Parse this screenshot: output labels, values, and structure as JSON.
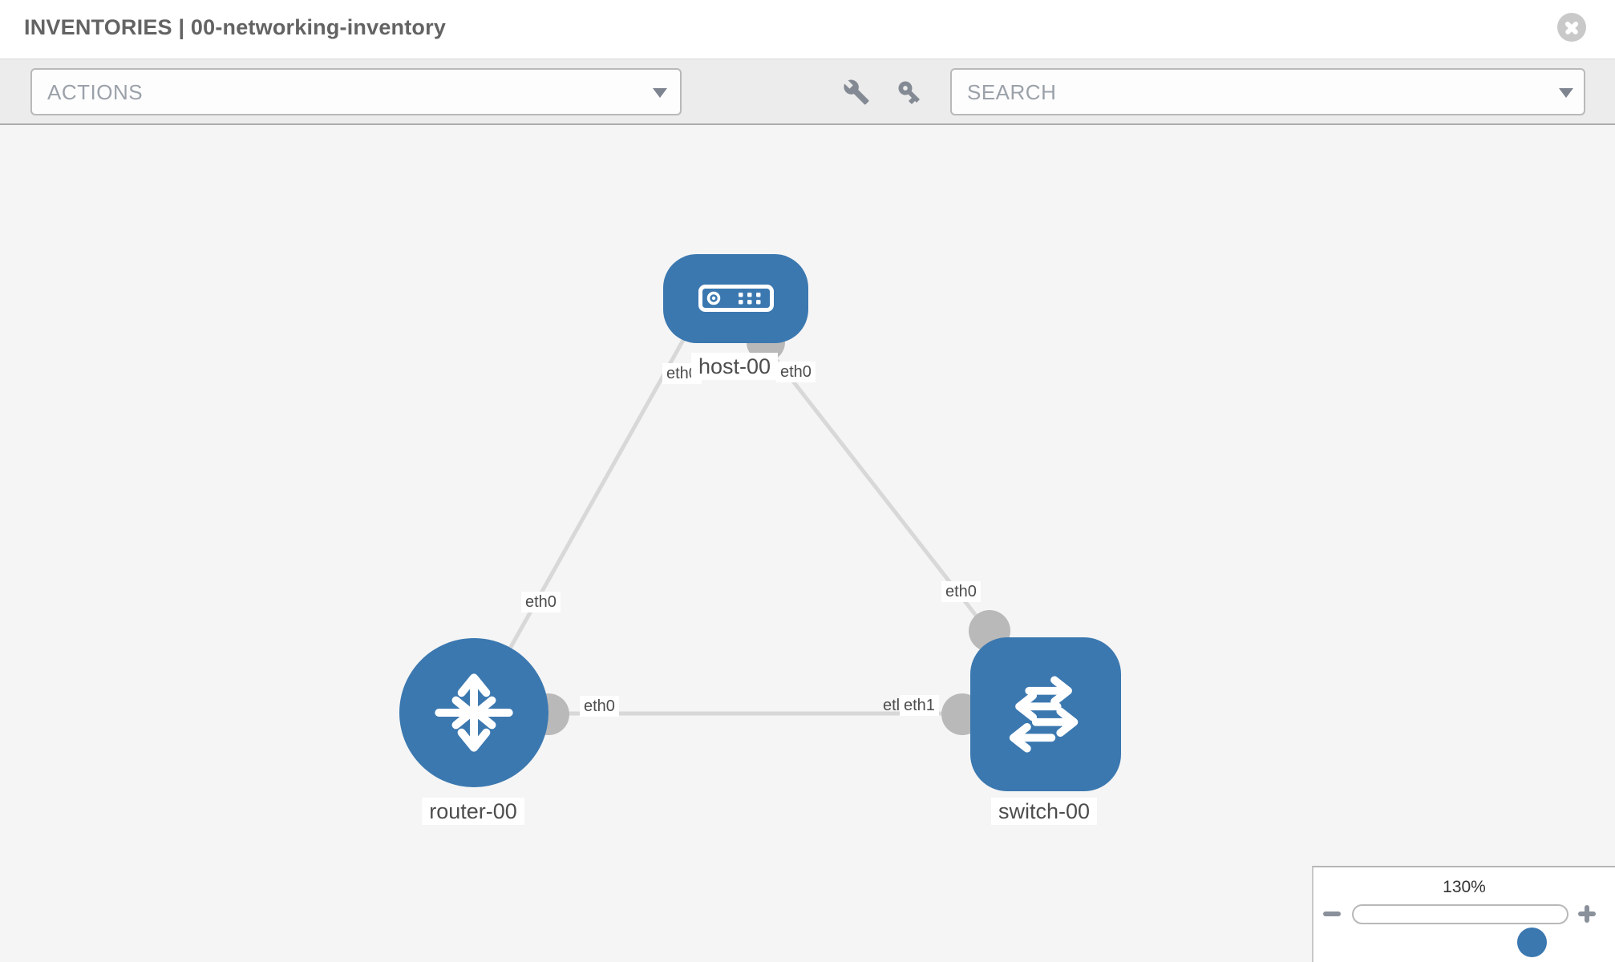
{
  "header": {
    "title": "INVENTORIES | 00-networking-inventory"
  },
  "toolbar": {
    "actions_label": "ACTIONS",
    "search_placeholder": "SEARCH",
    "icons": [
      "wrench-icon",
      "key-icon",
      "chevron-down-icon"
    ]
  },
  "topology": {
    "nodes": [
      {
        "id": "host-00",
        "type": "host",
        "label": "host-00"
      },
      {
        "id": "router-00",
        "type": "router",
        "label": "router-00"
      },
      {
        "id": "switch-00",
        "type": "switch",
        "label": "switch-00"
      }
    ],
    "links": [
      {
        "from": "router-00",
        "to": "host-00",
        "from_interface": "eth0",
        "to_interface": "eth0"
      },
      {
        "from": "host-00",
        "to": "switch-00",
        "from_interface": "eth0",
        "to_interface": "eth0"
      },
      {
        "from": "router-00",
        "to": "switch-00",
        "from_interface": "eth0",
        "to_interface": "eth1",
        "to_label_fragment": "etl"
      }
    ],
    "colors": {
      "node_blue": "#3b78b0",
      "link_gray": "#d8d8d8",
      "interface_gray": "#b9b9b9",
      "label_text": "#4d4d4d"
    }
  },
  "zoom_control": {
    "level_label": "130%"
  }
}
